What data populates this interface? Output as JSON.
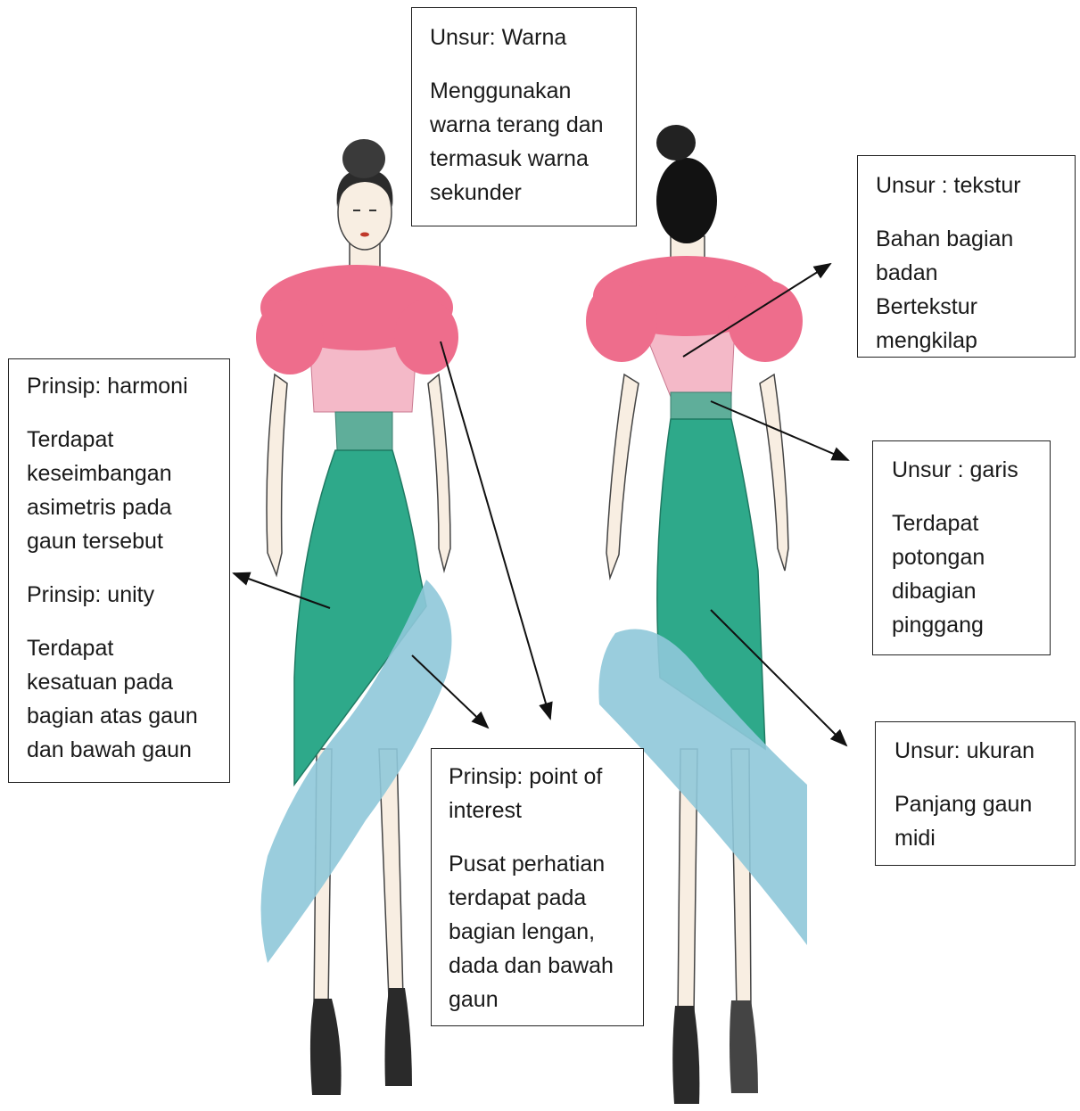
{
  "annotations": {
    "warna": {
      "heading": "Unsur: Warna",
      "lines": [
        "Menggunakan",
        "warna terang dan",
        "termasuk warna",
        "sekunder"
      ]
    },
    "tekstur": {
      "heading": "Unsur : tekstur",
      "lines": [
        "Bahan bagian",
        "badan",
        "Bertekstur",
        "mengkilap"
      ]
    },
    "harmoni": {
      "heading": "Prinsip: harmoni",
      "lines": [
        "Terdapat",
        "keseimbangan",
        "asimetris pada",
        "gaun tersebut"
      ],
      "heading2": "Prinsip: unity",
      "lines2": [
        "Terdapat",
        "kesatuan pada",
        "bagian atas gaun",
        "dan bawah gaun"
      ]
    },
    "garis": {
      "heading": "Unsur : garis",
      "lines": [
        "Terdapat",
        "potongan",
        "dibagian",
        "pinggang"
      ]
    },
    "ukuran": {
      "heading": "Unsur: ukuran",
      "lines": [
        "Panjang gaun",
        "midi"
      ]
    },
    "poi": {
      "heading": "Prinsip: point of",
      "heading_cont": "interest",
      "lines": [
        "Pusat perhatian",
        "terdapat pada",
        "bagian lengan,",
        "dada dan bawah",
        "gaun"
      ]
    }
  },
  "colors": {
    "fur_pink": "#ee6d8c",
    "bodice_pink": "#f4b9c8",
    "skirt_green": "#2ea98a",
    "feather_blue": "#8fc8d9",
    "hair": "#2b2b2b",
    "skin": "#f8eee2",
    "shoe": "#2a2a2a",
    "belt": "#5fae9a"
  },
  "icons": [
    "front-figure-illustration",
    "back-figure-illustration",
    "arrow"
  ]
}
